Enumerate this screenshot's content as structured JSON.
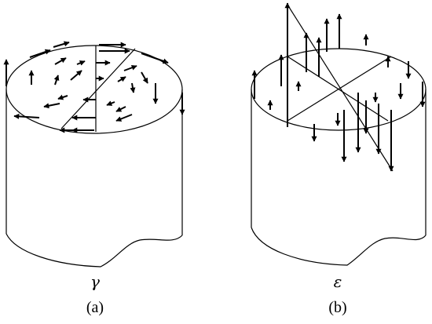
{
  "panels": [
    {
      "symbol": "γ",
      "caption": "(a)"
    },
    {
      "symbol": "ε",
      "caption": "(b)"
    }
  ],
  "colors": {
    "ink": "#000000",
    "background": "#ffffff"
  }
}
